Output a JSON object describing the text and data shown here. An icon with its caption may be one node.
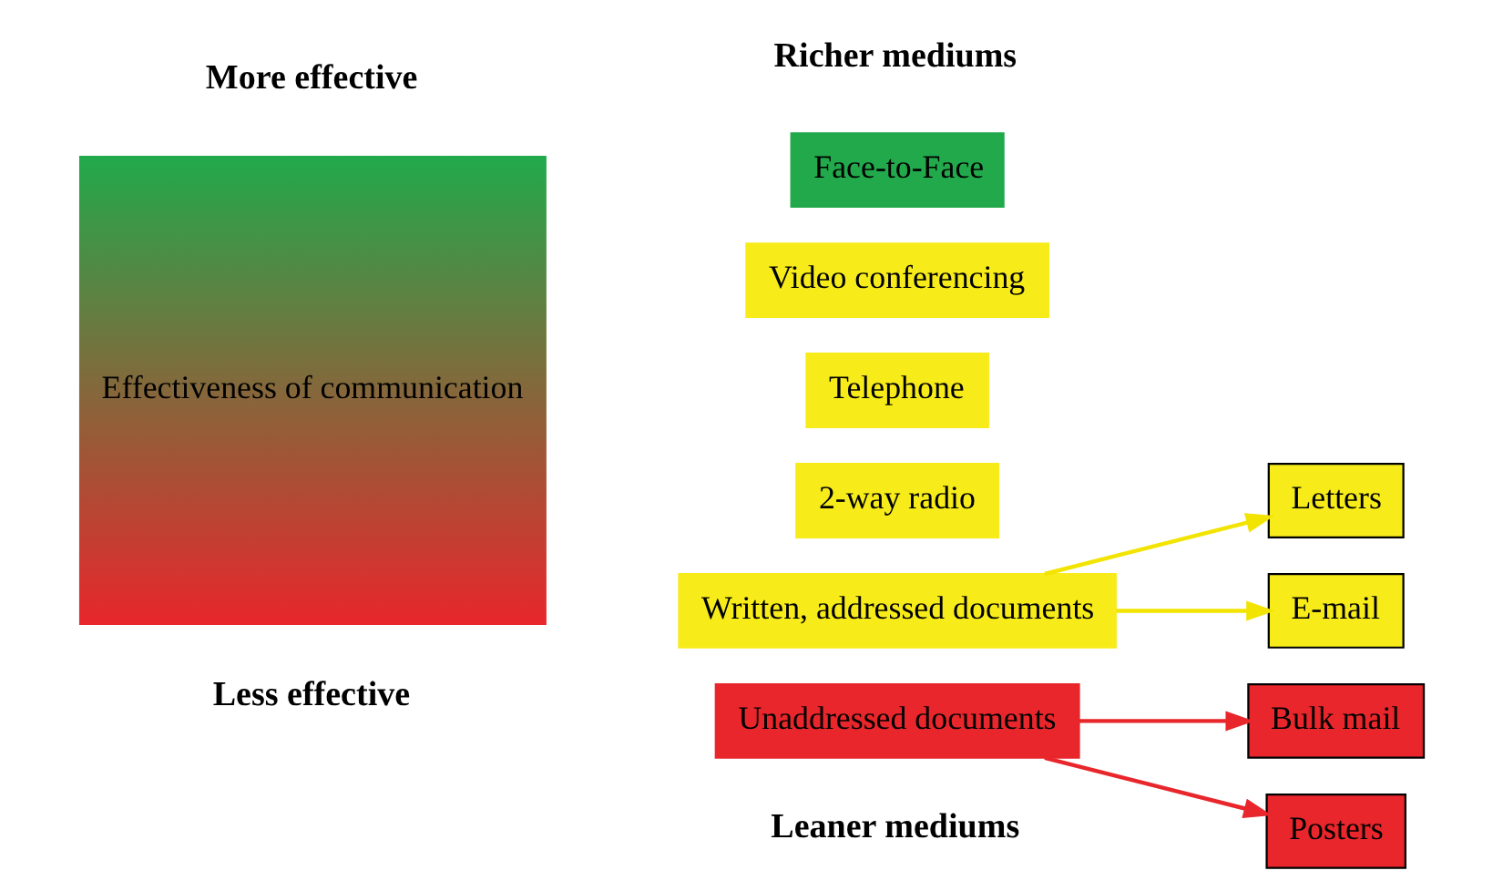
{
  "diagram": {
    "nodes": [
      {
        "text": [
          "Face-to-Face"
        ]
      },
      {
        "text": [
          "Video conferencing"
        ]
      },
      {
        "text": [
          "Telephone"
        ]
      },
      {
        "text": [
          "2-way radio"
        ]
      },
      {
        "text": [
          "Written, addressed documents"
        ]
      },
      {
        "text": [
          "Unaddressed documents"
        ]
      },
      {
        "text": [
          "Letters"
        ]
      },
      {
        "text": [
          "E-mail"
        ]
      },
      {
        "text": [
          "Bulk mail"
        ]
      },
      {
        "text": [
          "Posters"
        ]
      },
      {
        "text": [
          "Effectiveness of communication"
        ]
      }
    ],
    "edges": [
      {
        "from": 4,
        "to": 6,
        "arrow": "to",
        "color": "#f2e400"
      },
      {
        "from": 4,
        "to": 7,
        "arrow": "to",
        "color": "#f2e400"
      },
      {
        "from": 5,
        "to": 8,
        "arrow": "to",
        "color": "#e8262b"
      },
      {
        "from": 5,
        "to": 9,
        "arrow": "to",
        "color": "#e8262b"
      }
    ],
    "labels": [
      "More effective",
      "Richer mediums",
      "Less effective",
      "Leaner mediums"
    ]
  }
}
